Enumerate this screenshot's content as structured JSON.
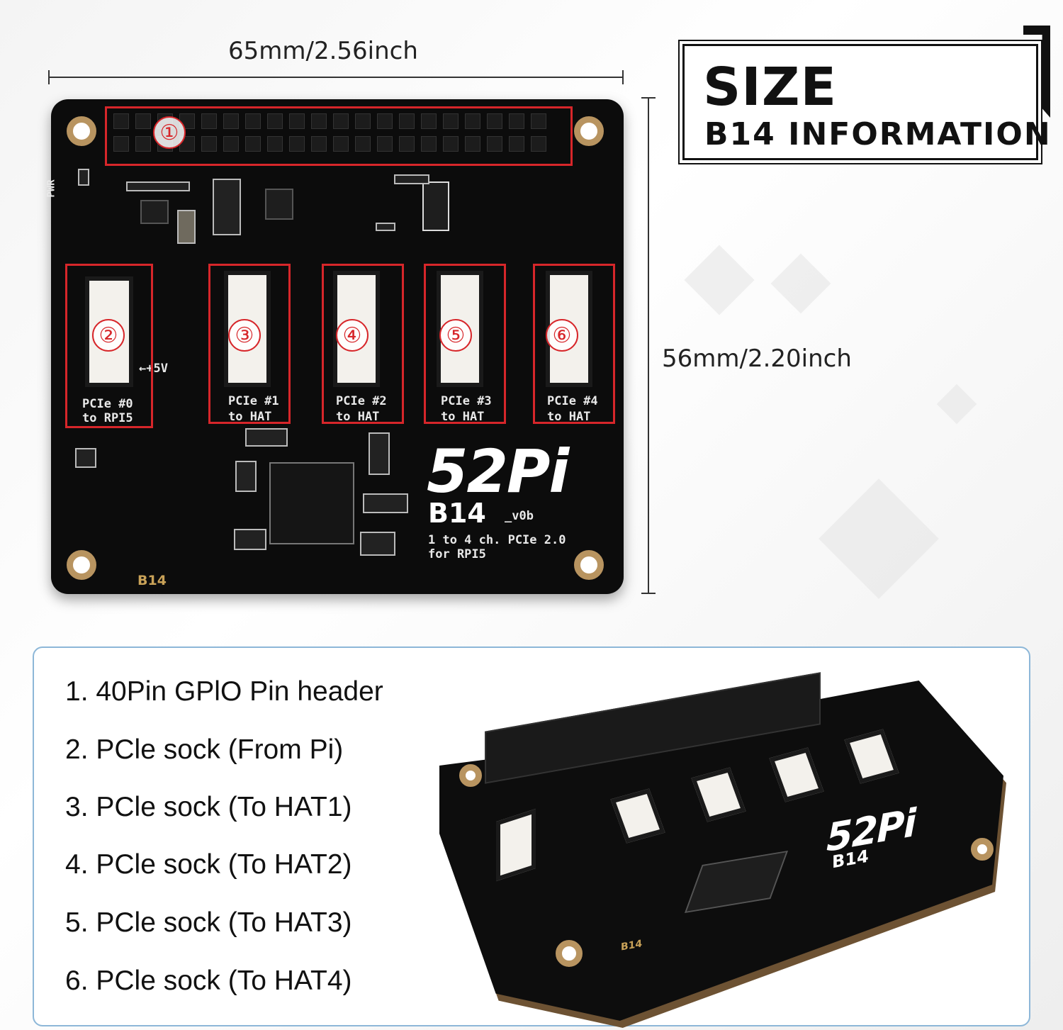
{
  "dimensions": {
    "width_label": "65mm/2.56inch",
    "height_label": "56mm/2.20inch"
  },
  "title": {
    "main": "SIZE",
    "sub": "B14  INFORMATION"
  },
  "callouts": [
    "①",
    "②",
    "③",
    "④",
    "⑤",
    "⑥"
  ],
  "board": {
    "logo": "52Pi",
    "model": "B14",
    "version": "_v0b",
    "desc_line1": "1 to 4 ch. PCIe 2.0",
    "desc_line2": "for RPI5",
    "bottom_label": "B14",
    "pwr_label": "PWR",
    "plus5v": "←+5V",
    "sockets": [
      {
        "line1": "PCIe #0",
        "line2": "to RPI5"
      },
      {
        "line1": "PCIe #1",
        "line2": "to HAT"
      },
      {
        "line1": "PCIe #2",
        "line2": "to HAT"
      },
      {
        "line1": "PCIe #3",
        "line2": "to HAT"
      },
      {
        "line1": "PCIe #4",
        "line2": "to HAT"
      }
    ]
  },
  "legend": [
    "1. 40Pin GPlO Pin header",
    "2. PCle sock (From Pi)",
    "3. PCle sock (To HAT1)",
    "4. PCle sock (To HAT2)",
    "5. PCle sock (To HAT3)",
    "6. PCle sock (To HAT4)"
  ],
  "colors": {
    "callout_red": "#d7262a",
    "pcb_black": "#0c0c0c",
    "panel_border": "#8db7d8"
  }
}
